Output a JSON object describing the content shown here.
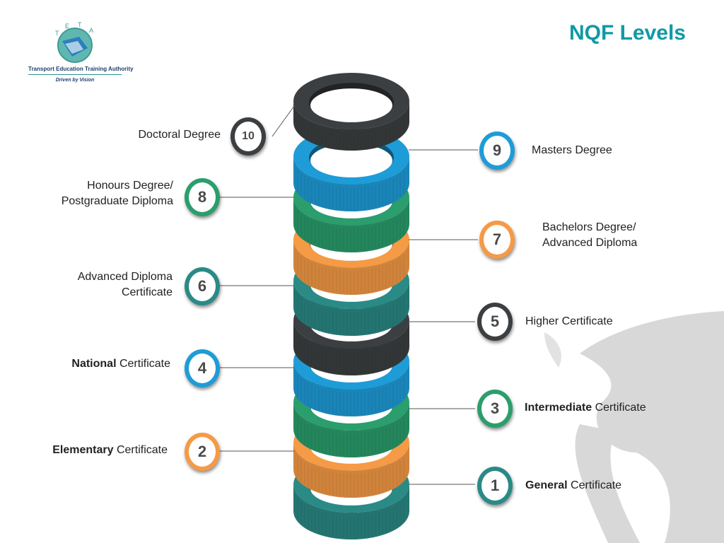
{
  "title": "NQF Levels",
  "logo": {
    "letters": [
      "T",
      "E",
      "T",
      "A"
    ],
    "name": "Transport Education Training Authority",
    "tagline": "Driven by Vision"
  },
  "levels": [
    {
      "number": "1",
      "bold": "General",
      "text": "Certificate",
      "color": "#2a8a86"
    },
    {
      "number": "2",
      "bold": "Elementary",
      "text": "Certificate",
      "color": "#f59a45"
    },
    {
      "number": "3",
      "bold": "Intermediate",
      "text": "Certificate",
      "color": "#2a9e6c"
    },
    {
      "number": "4",
      "bold": "National",
      "text": "Certificate",
      "color": "#1e9cd8"
    },
    {
      "number": "5",
      "bold": "",
      "text": "Higher Certificate",
      "color": "#3c3f41"
    },
    {
      "number": "6",
      "lines": [
        "Advanced Diploma",
        "Certificate"
      ],
      "color": "#2a8a86"
    },
    {
      "number": "7",
      "lines": [
        "Bachelors Degree/",
        "Advanced Diploma"
      ],
      "color": "#f59a45"
    },
    {
      "number": "8",
      "lines": [
        "Honours Degree/",
        "Postgraduate Diploma"
      ],
      "color": "#2a9e6c"
    },
    {
      "number": "9",
      "bold": "",
      "text": "Masters Degree",
      "color": "#1e9cd8"
    },
    {
      "number": "10",
      "bold": "",
      "text": "Doctoral Degree",
      "color": "#3c3f41"
    }
  ]
}
